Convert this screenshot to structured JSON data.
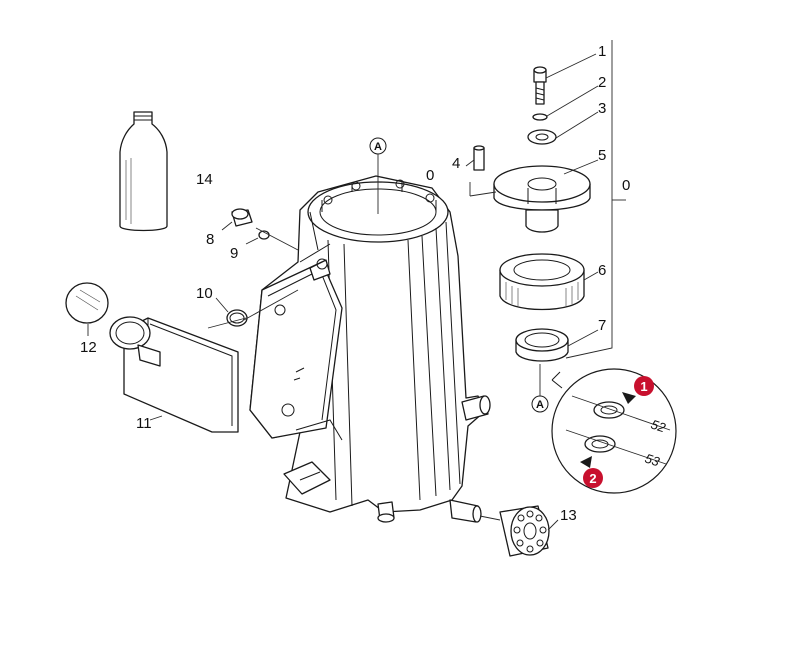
{
  "diagram": {
    "callouts": {
      "c1": "1",
      "c2": "2",
      "c3": "3",
      "c4": "4",
      "c4_zero": "0",
      "c5": "5",
      "c6": "6",
      "c7": "7",
      "c8": "8",
      "c9": "9",
      "c10": "10",
      "c11": "11",
      "c12": "12",
      "c13": "13",
      "c14": "14",
      "group_zero": "0"
    },
    "reference_marks": {
      "top": "A",
      "bottom": "A"
    },
    "detail": {
      "badge_1": "1",
      "badge_2": "2",
      "dim_1": "52",
      "dim_2": "53",
      "badge_color": "#c8102e"
    }
  }
}
